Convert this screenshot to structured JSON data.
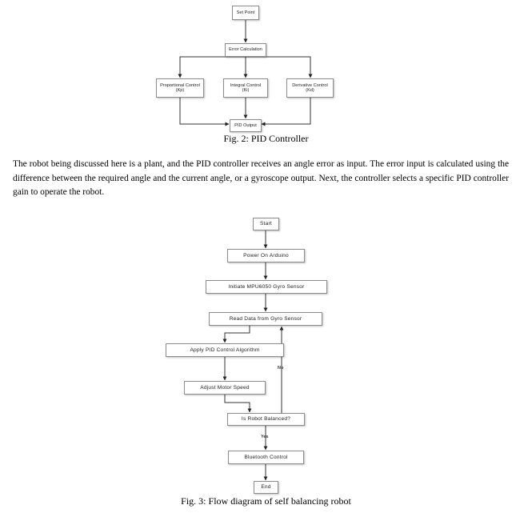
{
  "fig2": {
    "nodes": {
      "set_point": "Set Point",
      "error_calculation": "Error Calculation",
      "proportional": "Proportional Control\n(Kp)",
      "integral": "Integral Control\n(Ki)",
      "derivative": "Derivative Control\n(Kd)",
      "pid_output": "PID Output"
    },
    "caption": "Fig. 2: PID Controller"
  },
  "paragraph": "The robot being discussed here is a plant, and the PID controller receives an angle error as input. The error input is calculated using the difference between the required angle and the current angle, or a gyroscope output. Next, the controller selects a specific PID controller gain to operate the robot.",
  "fig3": {
    "nodes": {
      "start": "Start",
      "power_on": "Power On Arduino",
      "init_sensor": "Initiate MPU6050 Gyro Sensor",
      "read_data": "Read Data from Gyro Sensor",
      "apply_pid": "Apply PID Control Algorithm",
      "adjust_motor": "Adjust Motor Speed",
      "is_balanced": "Is Robot Balanced?",
      "bluetooth": "Bluetooth Control",
      "end": "End"
    },
    "labels": {
      "no": "No",
      "yes": "Yes"
    },
    "caption": "Fig. 3: Flow diagram of self balancing robot"
  }
}
